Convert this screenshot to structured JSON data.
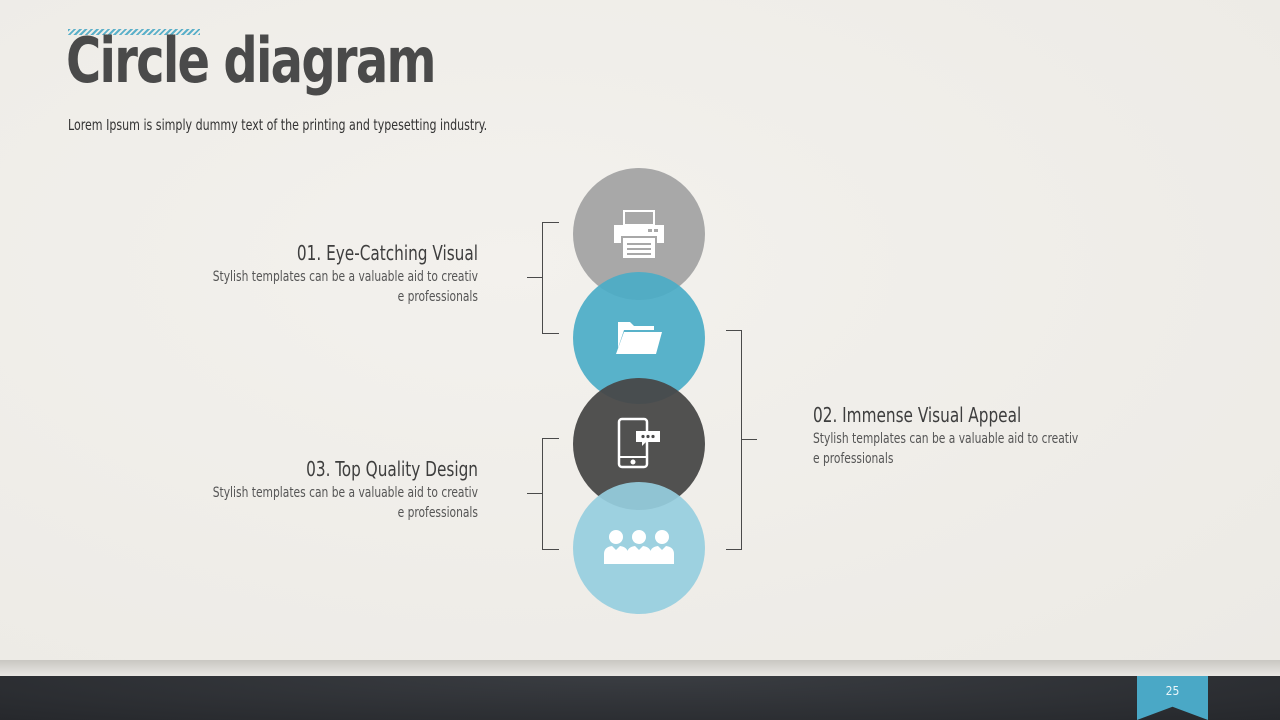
{
  "slide": {
    "title": "Circle diagram",
    "subtitle": "Lorem Ipsum is simply dummy text of the printing and typesetting industry.",
    "page_number": "25"
  },
  "items": [
    {
      "heading": "01. Eye-Catching Visual",
      "desc_line1": "Stylish templates can be a valuable aid to creativ",
      "desc_line2": "e professionals"
    },
    {
      "heading": "02. Immense Visual Appeal",
      "desc_line1": "Stylish templates can be a valuable aid to creativ",
      "desc_line2": "e professionals"
    },
    {
      "heading": "03. Top Quality Design",
      "desc_line1": "Stylish templates can be a valuable aid to creativ",
      "desc_line2": "e professionals"
    }
  ],
  "circles": [
    {
      "icon": "printer-icon",
      "color": "#a8a8a8"
    },
    {
      "icon": "folder-open-icon",
      "color": "#4bacc7"
    },
    {
      "icon": "tablet-message-icon",
      "color": "#484848"
    },
    {
      "icon": "users-group-icon",
      "color": "#96cede"
    }
  ],
  "colors": {
    "accent": "#4aa8c6",
    "text_dark": "#4a4a4a",
    "footer": "#2b2d31"
  }
}
